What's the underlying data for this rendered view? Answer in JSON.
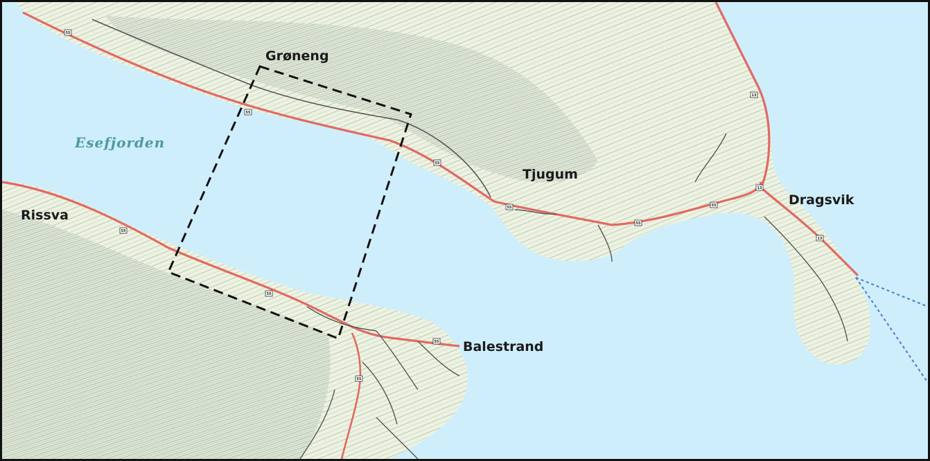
{
  "map": {
    "colors": {
      "water": "#cfeefb",
      "land": "#eef2e2",
      "contour": "#9fb89a",
      "road": "#e06a62",
      "road_minor": "#555555",
      "frame": "#111111",
      "water_label": "#4e9aa0"
    },
    "labels": {
      "groneng": "Grøneng",
      "tjugum": "Tjugum",
      "dragsvik": "Dragsvik",
      "rissva": "Rissva",
      "balestrand": "Balestrand",
      "esefjorden": "Esefjorden"
    },
    "road_shields": {
      "r55": "55",
      "r13": "13"
    }
  }
}
